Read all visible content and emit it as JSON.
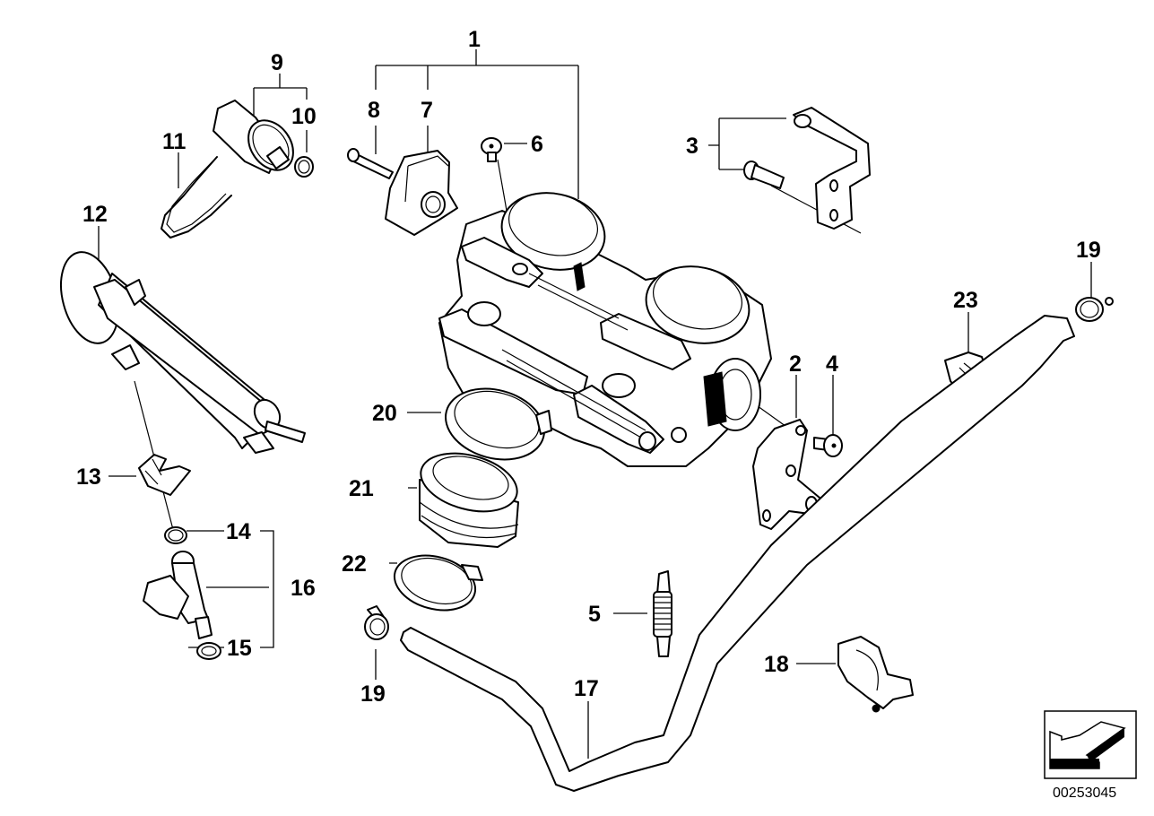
{
  "diagram": {
    "title": "Throttle body assembly exploded view",
    "document_number": "00253045",
    "callouts": [
      {
        "id": "1",
        "label": "1",
        "part": "throttle-body-assembly"
      },
      {
        "id": "2",
        "label": "2",
        "part": "mounting-bracket"
      },
      {
        "id": "3",
        "label": "3",
        "part": "bracket-with-bolt"
      },
      {
        "id": "4",
        "label": "4",
        "part": "torx-screw"
      },
      {
        "id": "5",
        "label": "5",
        "part": "tension-spring"
      },
      {
        "id": "6",
        "label": "6",
        "part": "screw"
      },
      {
        "id": "7",
        "label": "7",
        "part": "throttle-position-sensor"
      },
      {
        "id": "8",
        "label": "8",
        "part": "bolt"
      },
      {
        "id": "9",
        "label": "9",
        "part": "air-temperature-sensor"
      },
      {
        "id": "10",
        "label": "10",
        "part": "o-ring"
      },
      {
        "id": "11",
        "label": "11",
        "part": "retaining-clip"
      },
      {
        "id": "12",
        "label": "12",
        "part": "fuel-rail"
      },
      {
        "id": "13",
        "label": "13",
        "part": "injector-clip"
      },
      {
        "id": "14",
        "label": "14",
        "part": "upper-seal-ring"
      },
      {
        "id": "15",
        "label": "15",
        "part": "lower-seal-ring"
      },
      {
        "id": "16",
        "label": "16",
        "part": "fuel-injector"
      },
      {
        "id": "17",
        "label": "17",
        "part": "hose"
      },
      {
        "id": "18",
        "label": "18",
        "part": "hose-holder"
      },
      {
        "id": "19a",
        "label": "19",
        "part": "hose-clamp-right"
      },
      {
        "id": "19b",
        "label": "19",
        "part": "hose-clamp-left"
      },
      {
        "id": "20",
        "label": "20",
        "part": "clamp-upper"
      },
      {
        "id": "21",
        "label": "21",
        "part": "intake-boot"
      },
      {
        "id": "22",
        "label": "22",
        "part": "clamp-lower"
      },
      {
        "id": "23",
        "label": "23",
        "part": "connector-plug"
      }
    ]
  }
}
